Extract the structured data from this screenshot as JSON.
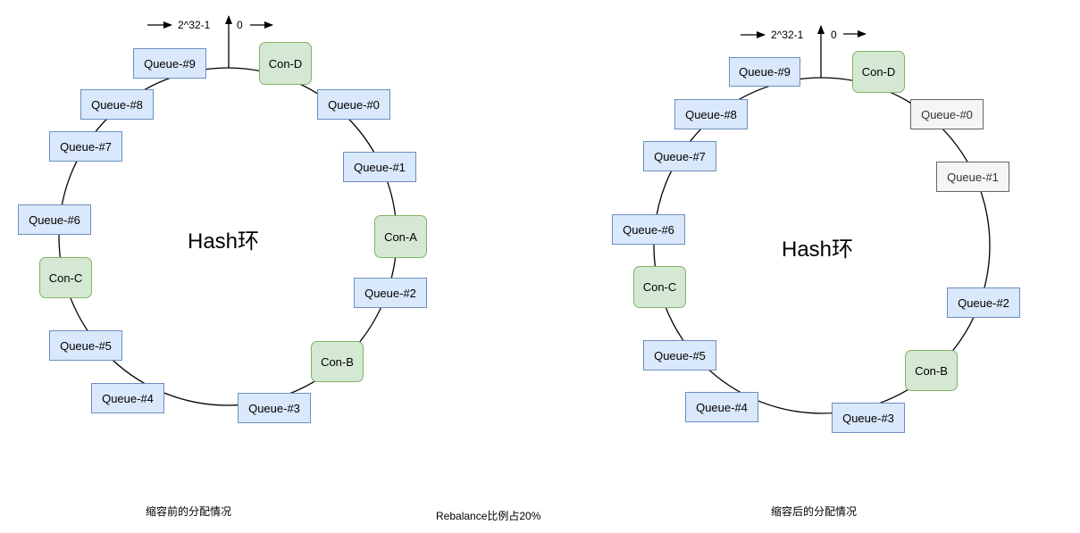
{
  "left": {
    "ring_title": "Hash环",
    "max_label": "2^32-1",
    "zero_label": "0",
    "caption": "缩容前的分配情况",
    "queues": [
      "Queue-#0",
      "Queue-#1",
      "Queue-#2",
      "Queue-#3",
      "Queue-#4",
      "Queue-#5",
      "Queue-#6",
      "Queue-#7",
      "Queue-#8",
      "Queue-#9"
    ],
    "consumers": [
      "Con-A",
      "Con-B",
      "Con-C",
      "Con-D"
    ]
  },
  "right": {
    "ring_title": "Hash环",
    "max_label": "2^32-1",
    "zero_label": "0",
    "caption": "缩容后的分配情况",
    "queues": [
      "Queue-#0",
      "Queue-#1",
      "Queue-#2",
      "Queue-#3",
      "Queue-#4",
      "Queue-#5",
      "Queue-#6",
      "Queue-#7",
      "Queue-#8",
      "Queue-#9"
    ],
    "consumers": [
      "Con-B",
      "Con-C",
      "Con-D"
    ]
  },
  "middle_caption": "Rebalance比例占20%",
  "colors": {
    "queue_fill": "#dae8fc",
    "queue_border": "#6c8ebf",
    "consumer_fill": "#d5e8d4",
    "consumer_border": "#82b366",
    "reassigned_fill": "#f5f5f5",
    "reassigned_border": "#666666"
  }
}
